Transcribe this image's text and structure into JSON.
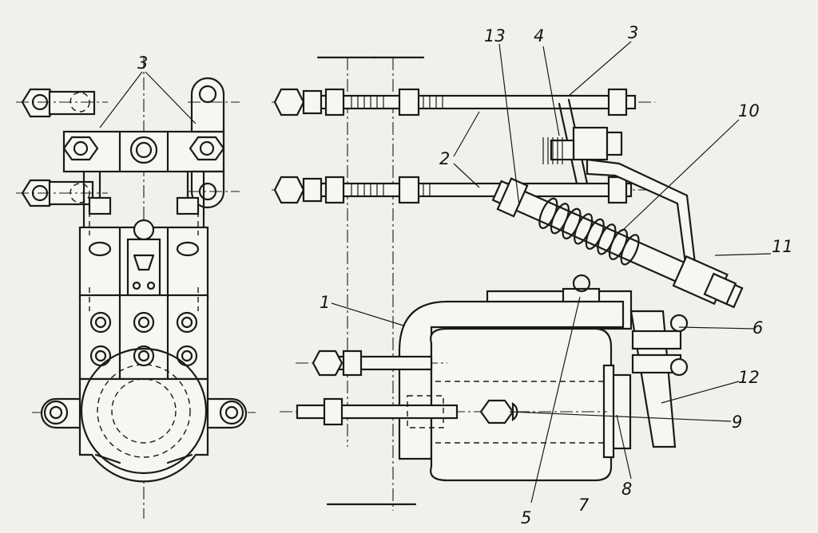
{
  "drawing": {
    "callouts": [
      "1",
      "2",
      "3",
      "3",
      "4",
      "5",
      "6",
      "7",
      "8",
      "9",
      "10",
      "11",
      "12",
      "13"
    ]
  },
  "labels": {
    "l1": "1",
    "l2": "2",
    "l3_left": "3",
    "l3_right": "3",
    "l4": "4",
    "l5": "5",
    "l6": "6",
    "l7": "7",
    "l8": "8",
    "l9": "9",
    "l10": "10",
    "l11": "11",
    "l12": "12",
    "l13": "13"
  }
}
